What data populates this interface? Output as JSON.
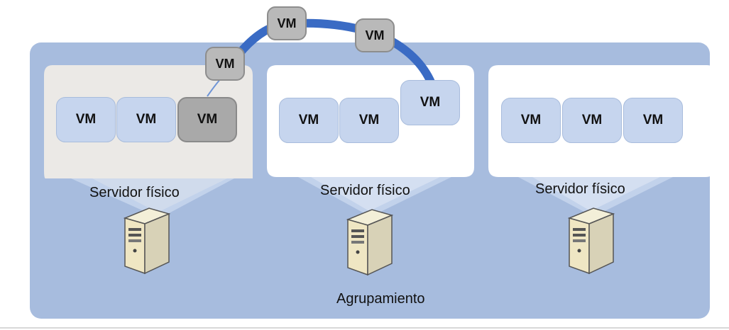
{
  "vm_label": "VM",
  "host_label": "Servidor físico",
  "cluster_label": "Agrupamiento",
  "colors": {
    "cluster_bg": "#a7bcde",
    "vm_fill": "#c6d5ee",
    "vm_migrating_fill": "#a9a9a9",
    "arrow": "#3a6bc4"
  },
  "hosts": [
    {
      "label": "Servidor físico",
      "vms": [
        "VM",
        "VM",
        "VM"
      ],
      "state": "source"
    },
    {
      "label": "Servidor físico",
      "vms": [
        "VM",
        "VM",
        "VM"
      ],
      "state": "destination"
    },
    {
      "label": "Servidor físico",
      "vms": [
        "VM",
        "VM",
        "VM"
      ],
      "state": "idle"
    }
  ],
  "migration_steps": [
    "VM",
    "VM",
    "VM"
  ],
  "icons": [
    "server-icon"
  ]
}
